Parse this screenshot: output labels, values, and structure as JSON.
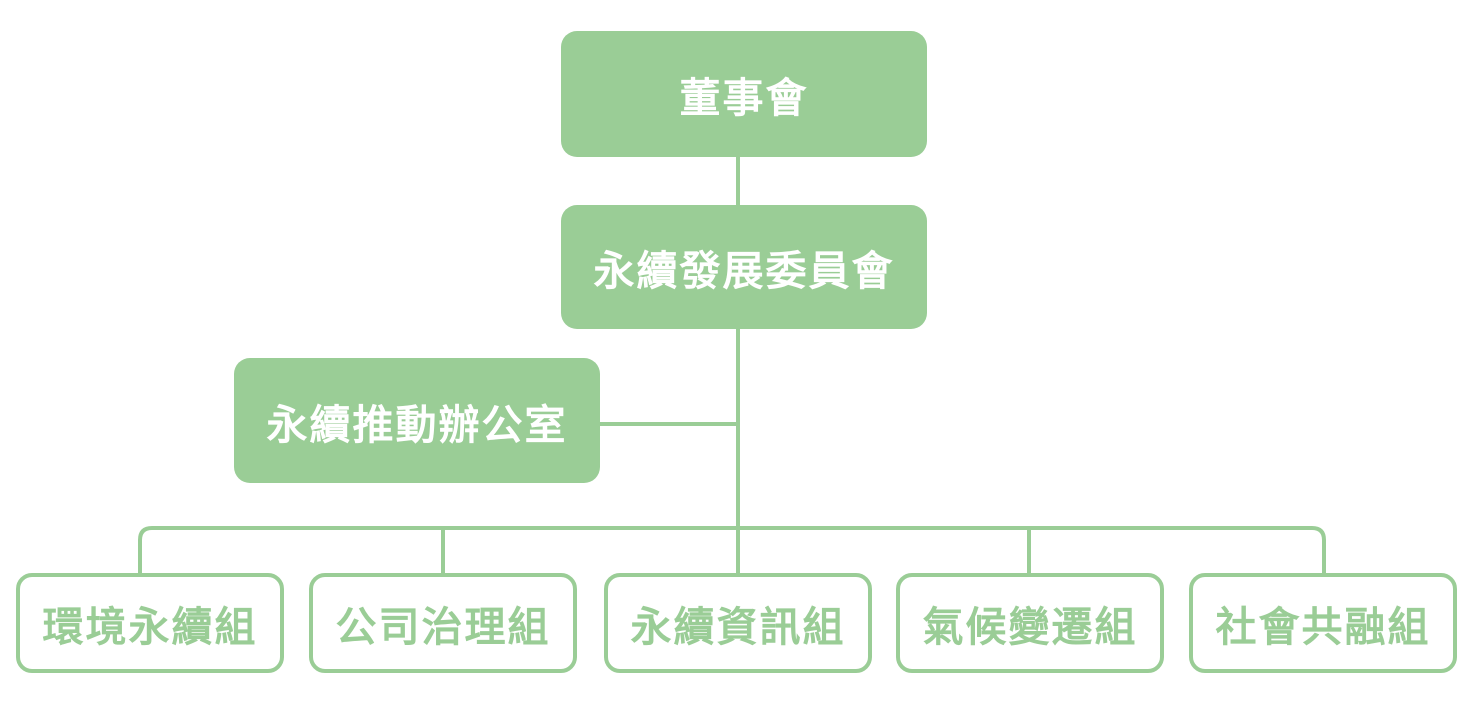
{
  "colors": {
    "accent": "#9acd96",
    "text_on_accent": "#ffffff",
    "background": "#ffffff"
  },
  "org_chart": {
    "board": "董事會",
    "committee": "永續發展委員會",
    "office": "永續推動辦公室",
    "groups": [
      "環境永續組",
      "公司治理組",
      "永續資訊組",
      "氣候變遷組",
      "社會共融組"
    ]
  }
}
